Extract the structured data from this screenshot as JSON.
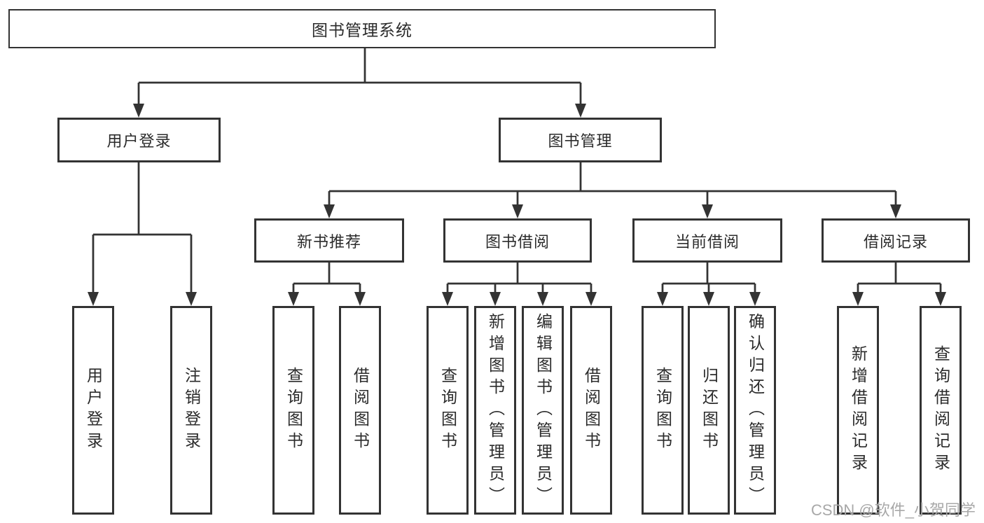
{
  "diagram": {
    "root": {
      "label": "图书管理系统"
    },
    "branches": [
      {
        "label": "用户登录",
        "leaves": [
          {
            "label": "用户登录"
          },
          {
            "label": "注销登录"
          }
        ]
      },
      {
        "label": "图书管理",
        "sections": [
          {
            "label": "新书推荐",
            "leaves": [
              {
                "label": "查询图书"
              },
              {
                "label": "借阅图书"
              }
            ]
          },
          {
            "label": "图书借阅",
            "leaves": [
              {
                "label": "查询图书"
              },
              {
                "label": "新增图书（管理员）"
              },
              {
                "label": "编辑图书（管理员）"
              },
              {
                "label": "借阅图书"
              }
            ]
          },
          {
            "label": "当前借阅",
            "leaves": [
              {
                "label": "查询图书"
              },
              {
                "label": "归还图书"
              },
              {
                "label": "确认归还（管理员）"
              }
            ]
          },
          {
            "label": "借阅记录",
            "leaves": [
              {
                "label": "新增借阅记录"
              },
              {
                "label": "查询借阅记录"
              }
            ]
          }
        ]
      }
    ]
  },
  "watermark": {
    "text": "CSDN @软件_小贺同学"
  },
  "colors": {
    "line": "#333333",
    "border": "#333333",
    "text": "#2b2b2b",
    "background": "#ffffff",
    "watermark": "#a8a8a8"
  }
}
